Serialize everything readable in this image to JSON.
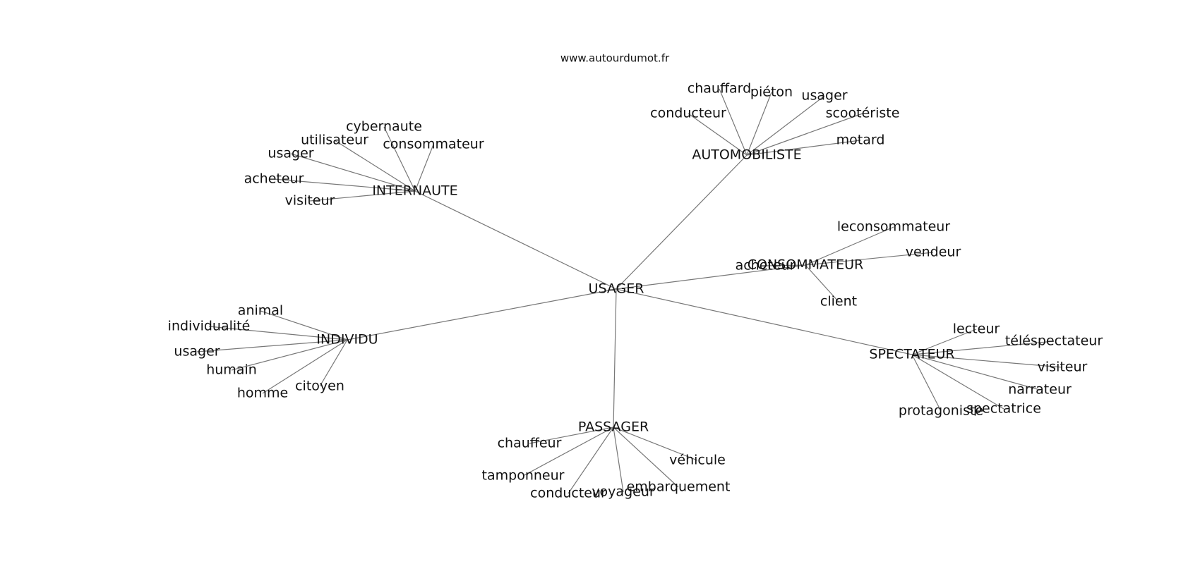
{
  "watermark": "www.autourdumot.fr",
  "edge_color": "#777777",
  "center": {
    "label": "USAGER"
  },
  "clusters": [
    {
      "label": "INTERNAUTE",
      "children": [
        "cybernaute",
        "utilisateur",
        "consommateur",
        "usager",
        "acheteur",
        "visiteur"
      ]
    },
    {
      "label": "AUTOMOBILISTE",
      "children": [
        "chauffard",
        "piéton",
        "usager",
        "conducteur",
        "scootériste",
        "motard"
      ]
    },
    {
      "label": "CONSOMMATEUR",
      "children": [
        "leconsommateur",
        "vendeur",
        "acheteur",
        "client"
      ]
    },
    {
      "label": "INDIVIDU",
      "children": [
        "animal",
        "individualité",
        "usager",
        "humain",
        "homme",
        "citoyen"
      ]
    },
    {
      "label": "SPECTATEUR",
      "children": [
        "lecteur",
        "téléspectateur",
        "visiteur",
        "narrateur",
        "protagoniste",
        "spectatrice"
      ]
    },
    {
      "label": "PASSAGER",
      "children": [
        "chauffeur",
        "véhicule",
        "tamponneur",
        "embarquement",
        "conducteur",
        "voyageur"
      ]
    }
  ]
}
